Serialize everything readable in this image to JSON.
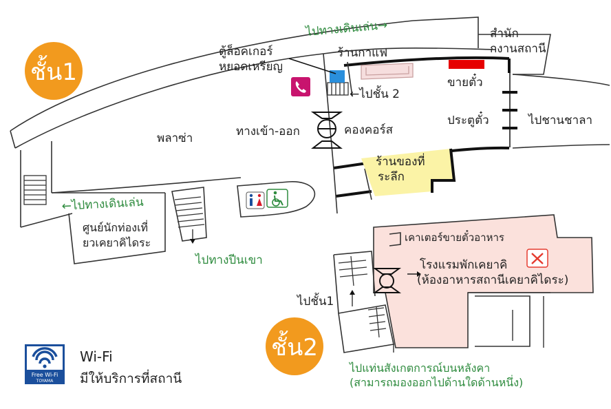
{
  "floors": {
    "floor1": "ชั้น1",
    "floor2": "ชั้น2"
  },
  "floor1_labels": {
    "walkway_top": "ไปทางเดินเล่น→",
    "walkway_left": "←ไปทางเดินเล่น",
    "station_office_line1": "สำนัก",
    "station_office_line2": "กงานสถานี",
    "locker_line1": "ตู้ล็อคเกอร์",
    "locker_line2": "หยอดเหรียญ",
    "cafe": "ร้านกาแฟ",
    "ticket_sales": "ขายตั๋ว",
    "to_floor2": "←ไปชั้น 2",
    "concourse": "คองคอร์ส",
    "entrance": "ทางเข้า-ออก",
    "plaza": "พลาซ่า",
    "ticket_gate": "ประตูตั๋ว",
    "to_platform": "ไปชานชาลา",
    "souvenir_line1": "ร้านของที่",
    "souvenir_line2": "ระลึก",
    "tourist_center_line1": "ศูนย์นักท่องเที่",
    "tourist_center_line2": "ยวเคยาคิไดระ",
    "to_mountain": "ไปทางปีนเขา"
  },
  "floor2_labels": {
    "counter": "เคาเตอร์ขายตั๋วอาหาร",
    "restaurant_line1": "โรงแรมพักเคยาคิ",
    "restaurant_line2": "(ห้องอาหารสถานีเคยาคิไดระ)",
    "to_floor1": "ไปชั้น1",
    "observation_line1": "ไปแท่นสังเกตการณ์บนหลังคา",
    "observation_line2": "(สามารถมองออกไปด้านใดด้านหนึ่ง)"
  },
  "wifi": {
    "badge_line1": "Free Wi-Fi",
    "badge_line2": "TOYAMA",
    "title": "Wi-Fi",
    "description": "มีให้บริการที่สถานี"
  },
  "colors": {
    "floor_badge": "#f29a1e",
    "cafe_fill": "#f6dede",
    "ticket_red": "#e60000",
    "locker_blue": "#2a8fdc",
    "phone_magenta": "#c8146e",
    "souvenir_yellow": "#fbf3a6",
    "restaurant_pink": "#fbe1dc",
    "walk_green": "#2e8b3e",
    "wifi_blue": "#1b4f9c"
  },
  "icons": [
    "phone-icon",
    "restroom-icon",
    "wheelchair-icon",
    "restaurant-icon",
    "wifi-icon",
    "door-icon"
  ]
}
